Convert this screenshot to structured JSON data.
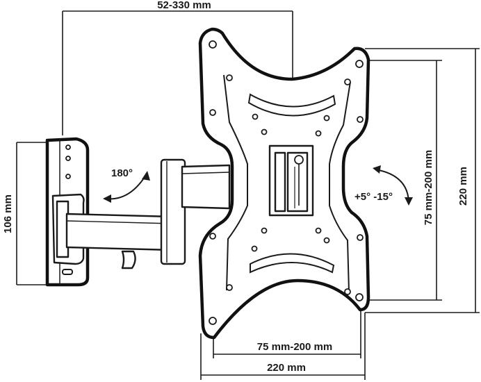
{
  "dimensions": {
    "arm_extension": "52-330 mm",
    "wall_plate_height": "106 mm",
    "vesa_vertical": "75 mm-200 mm",
    "plate_height": "220 mm",
    "vesa_horizontal": "75 mm-200 mm",
    "plate_width": "220 mm"
  },
  "rotations": {
    "swivel": "180°",
    "tilt": "+5° -15°"
  }
}
